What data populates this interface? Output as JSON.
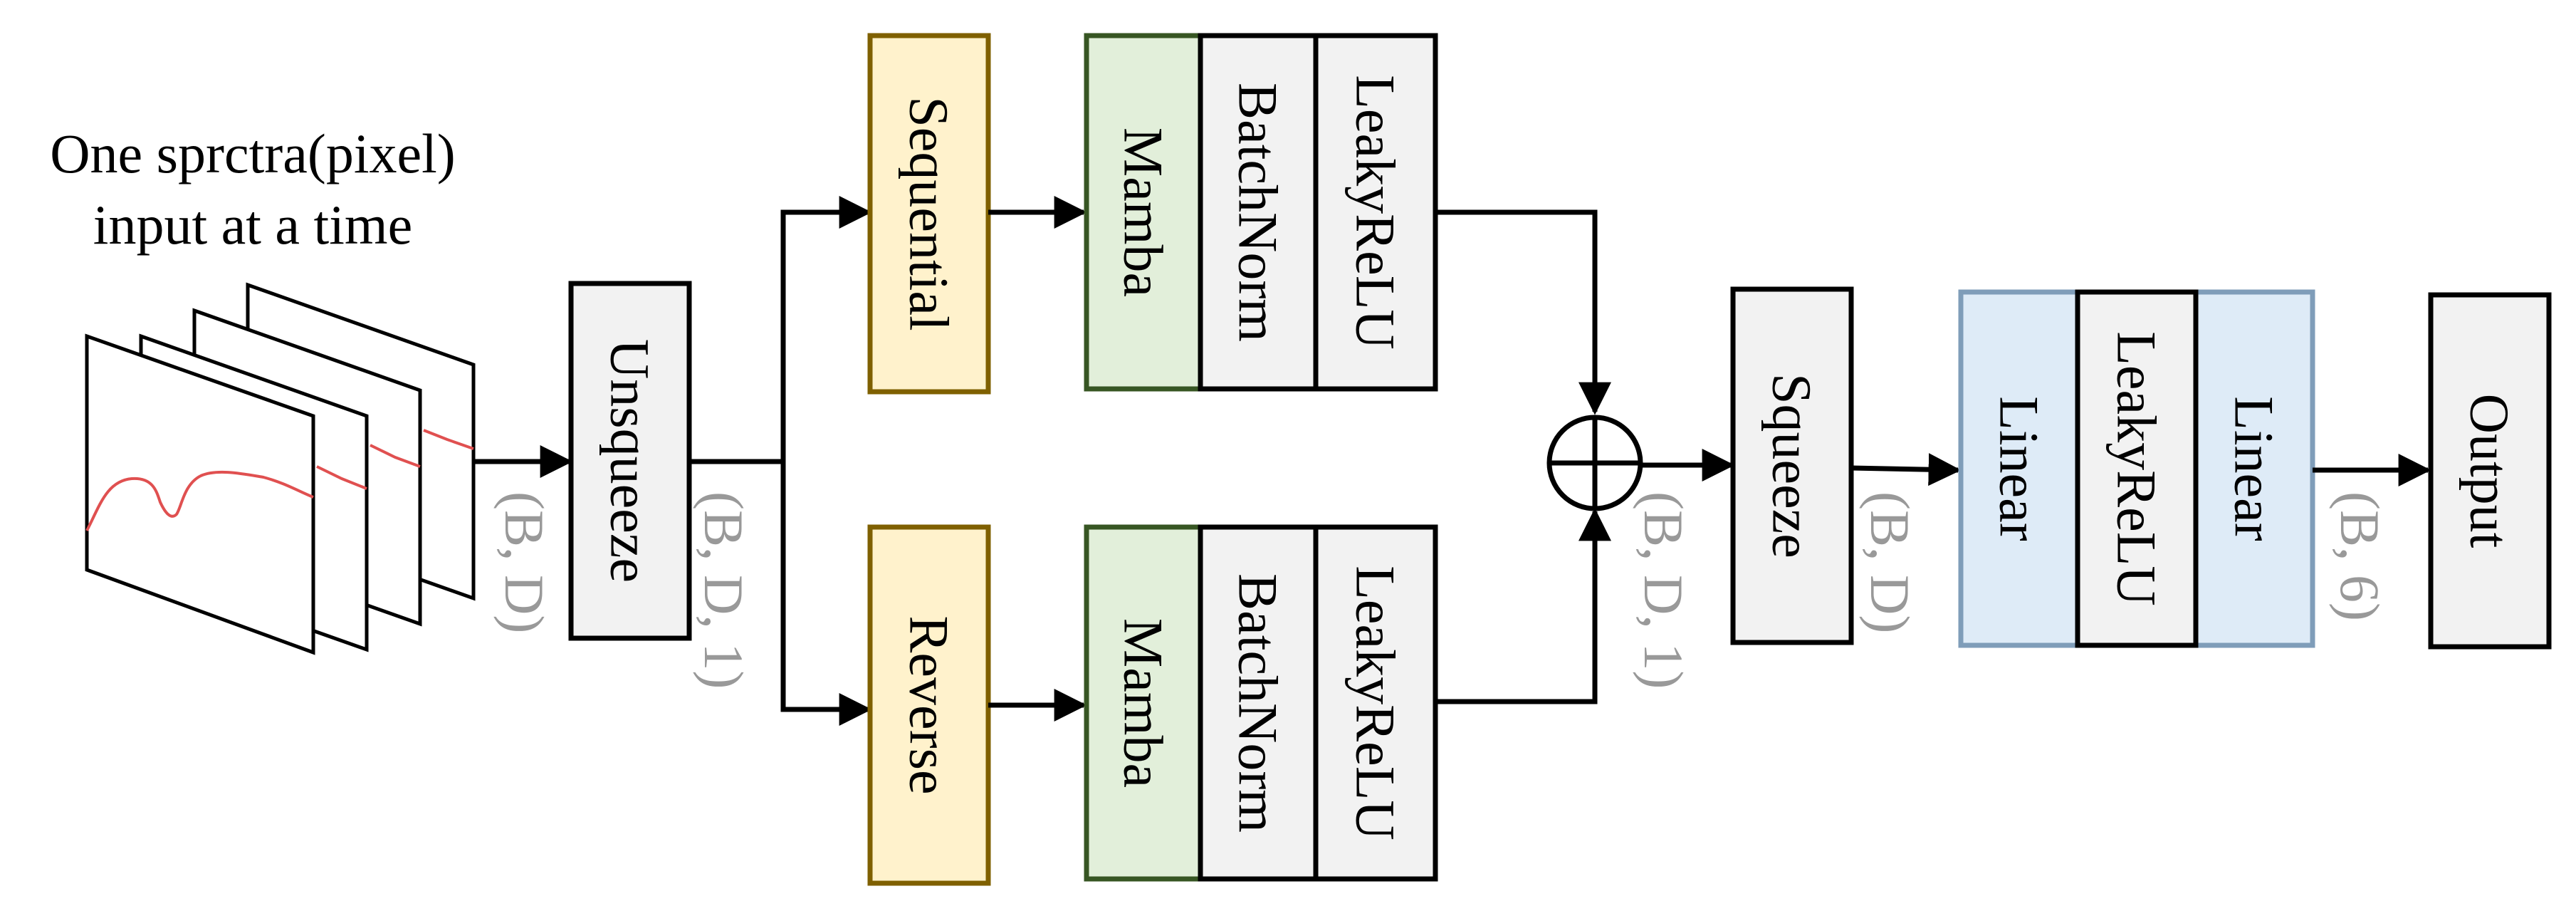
{
  "input": {
    "caption_line1": "One sprctra(pixel)",
    "caption_line2": "input at a time"
  },
  "blocks": {
    "unsqueeze": "Unsqueeze",
    "sequential": "Sequential",
    "reverse": "Reverse",
    "mamba_top": "Mamba",
    "batchnorm_top": "BatchNorm",
    "leakyrelu_top": "LeakyReLU",
    "mamba_bottom": "Mamba",
    "batchnorm_bottom": "BatchNorm",
    "leakyrelu_bottom": "LeakyReLU",
    "squeeze": "Squeeze",
    "linear_1": "Linear",
    "leakyrelu_head": "LeakyReLU",
    "linear_2": "Linear",
    "output": "Output"
  },
  "shapes": {
    "after_input": "(B, D)",
    "after_unsqueeze": "(B, D, 1)",
    "after_sum": "(B, D, 1)",
    "after_squeeze": "(B, D)",
    "after_head": "(B, 6)"
  },
  "colors": {
    "order_block_fill": "#FFF2CC",
    "order_block_border": "#7F6000",
    "mamba_fill": "#E2EFDA",
    "mamba_border": "#375623",
    "neutral_fill": "#F2F2F2",
    "linear_fill": "#DEEBF7",
    "linear_border": "#7F9DB9",
    "spectrum_line": "#E05050",
    "shape_label": "#999999"
  },
  "icons": {
    "sum": "circle-plus-icon",
    "input": "stacked-spectra-icon"
  }
}
